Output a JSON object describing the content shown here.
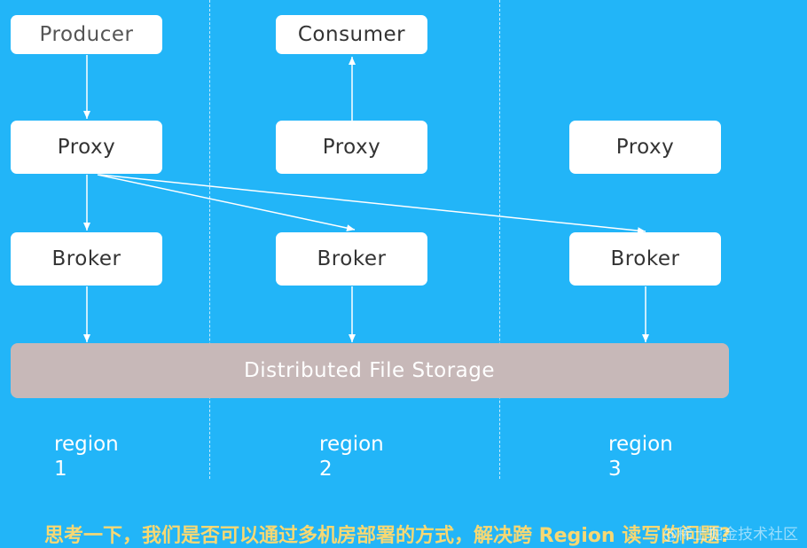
{
  "nodes": {
    "producer": "Producer",
    "consumer": "Consumer",
    "proxy_1": "Proxy",
    "proxy_2": "Proxy",
    "proxy_3": "Proxy",
    "broker_1": "Broker",
    "broker_2": "Broker",
    "broker_3": "Broker",
    "storage": "Distributed File Storage"
  },
  "regions": [
    {
      "label": "region",
      "number": "1"
    },
    {
      "label": "region",
      "number": "2"
    },
    {
      "label": "region",
      "number": "3"
    }
  ],
  "caption": "思考一下，我们是否可以通过多机房部署的方式，解决跨 Region 读写的问题?",
  "watermark": "@稀土掘金技术社区",
  "colors": {
    "background": "#22b5f8",
    "node": "#ffffff",
    "storage": "#c7b8b8",
    "caption": "#f7d873"
  }
}
